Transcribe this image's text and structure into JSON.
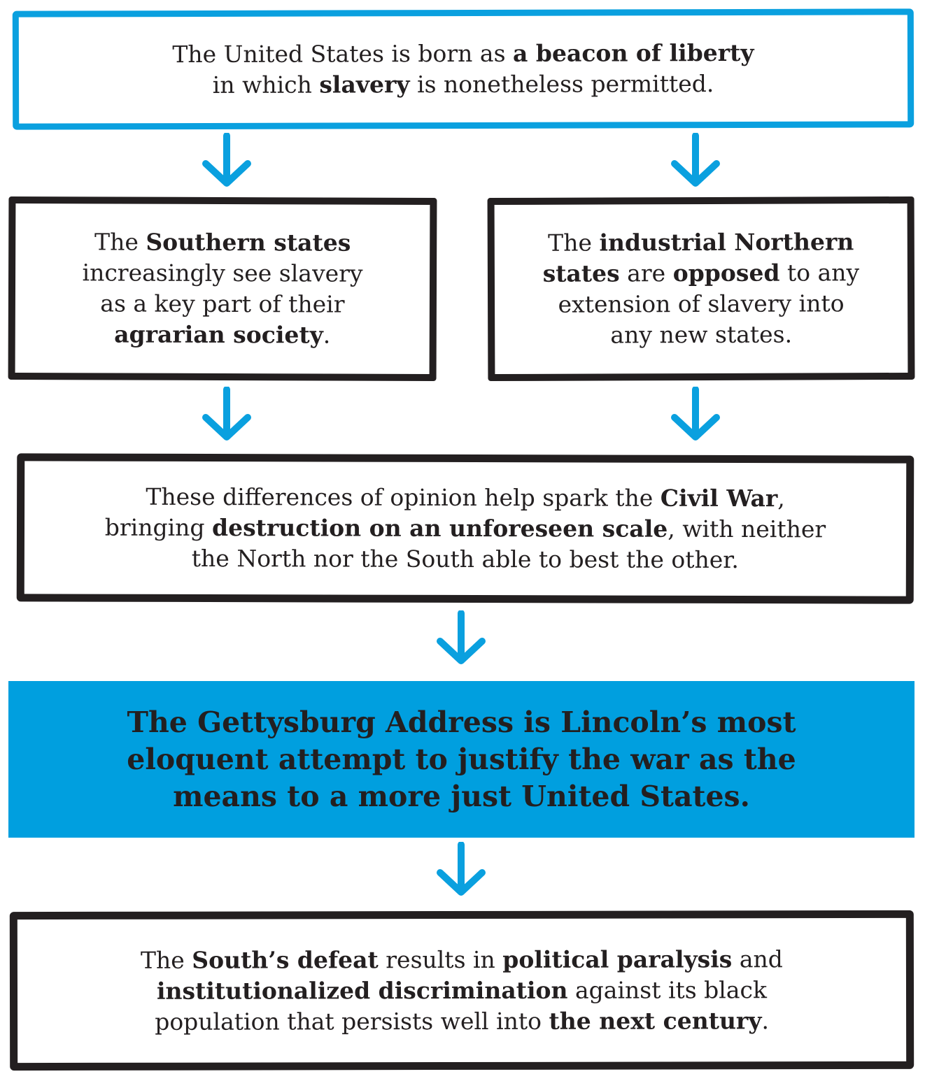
{
  "boxes": {
    "top": {
      "t1": "The United States is born as ",
      "b1": "a beacon of liberty",
      "t2": "in which ",
      "b2": "slavery",
      "t3": " is nonetheless permitted."
    },
    "south": {
      "t1": "The ",
      "b1": "Southern states",
      "t2": "increasingly see slavery",
      "t3": "as a key part of their",
      "b2": "agrarian society",
      "t4": "."
    },
    "north": {
      "t1": "The ",
      "b1": "industrial Northern",
      "b2": "states",
      "t2": " are ",
      "b3": "opposed",
      "t3": " to any",
      "t4": "extension of slavery into",
      "t5": "any new states."
    },
    "civil_war": {
      "t1": "These differences of opinion help spark the ",
      "b1": "Civil War",
      "t2": ",",
      "t3": "bringing ",
      "b2": "destruction on an unforeseen scale",
      "t4": ", with neither",
      "t5": "the North nor the South able to best the other."
    },
    "gettysburg": {
      "line1": "The Gettysburg Address is Lincoln’s most",
      "line2": "eloquent attempt to justify the war as the",
      "line3": "means to a more just United States."
    },
    "south_defeat": {
      "t1": "The ",
      "b1": "South’s defeat",
      "t2": " results in ",
      "b2": "political paralysis",
      "t3": " and",
      "b3": "institutionalized discrimination",
      "t4": " against its black",
      "t5": "population that persists well into ",
      "b4": "the next century",
      "t6": "."
    }
  },
  "colors": {
    "accent_blue": "#0aa0df",
    "highlight_fill": "#009fdf",
    "ink": "#231f20"
  }
}
